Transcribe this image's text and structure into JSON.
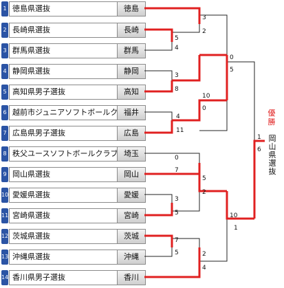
{
  "teams": [
    {
      "seed": "1",
      "name": "徳島県選抜",
      "short": "徳島"
    },
    {
      "seed": "2",
      "name": "長崎県選抜",
      "short": "長崎"
    },
    {
      "seed": "3",
      "name": "群馬県選抜",
      "short": "群馬"
    },
    {
      "seed": "4",
      "name": "静岡県選抜",
      "short": "静岡"
    },
    {
      "seed": "5",
      "name": "高知県男子選抜",
      "short": "高知"
    },
    {
      "seed": "6",
      "name": "越前市ジュニアソフトボールクラブ",
      "short": "福井"
    },
    {
      "seed": "7",
      "name": "広島県男子選抜",
      "short": "広島"
    },
    {
      "seed": "8",
      "name": "秩父ユースソフトボールクラブ",
      "short": "埼玉"
    },
    {
      "seed": "9",
      "name": "岡山県選抜",
      "short": "岡山"
    },
    {
      "seed": "10",
      "name": "愛媛県選抜",
      "short": "愛媛"
    },
    {
      "seed": "11",
      "name": "宮崎県選抜",
      "short": "宮崎"
    },
    {
      "seed": "12",
      "name": "茨城県選抜",
      "short": "茨城"
    },
    {
      "seed": "13",
      "name": "沖縄県選抜",
      "short": "沖縄"
    },
    {
      "seed": "14",
      "name": "香川県男子選抜",
      "short": "香川"
    }
  ],
  "scores": {
    "r1_2v3": [
      "5",
      "4"
    ],
    "r1_4v5": [
      "3",
      "8"
    ],
    "r1_6v7": [
      "4",
      "11"
    ],
    "r1_10v11": [
      "3",
      "5"
    ],
    "r1_12v13": [
      "7",
      "5"
    ],
    "r2_1v23": [
      "3",
      "2"
    ],
    "r2_8v9": [
      "0",
      "7"
    ],
    "r2_13v14": [
      "2",
      "4"
    ],
    "r3_top_upper": [
      "0",
      "5"
    ],
    "r3_top_lower": [
      "10",
      "0"
    ],
    "r3_bot_upper": [
      "5",
      "2"
    ],
    "r3_bot_lower": [
      "10",
      "1"
    ],
    "final": [
      "1",
      "6"
    ]
  },
  "champion": {
    "label": "優勝",
    "team": "岡山県選抜"
  },
  "colors": {
    "win": "#e02020",
    "lose": "#222222",
    "seed": "#2b54a5"
  }
}
